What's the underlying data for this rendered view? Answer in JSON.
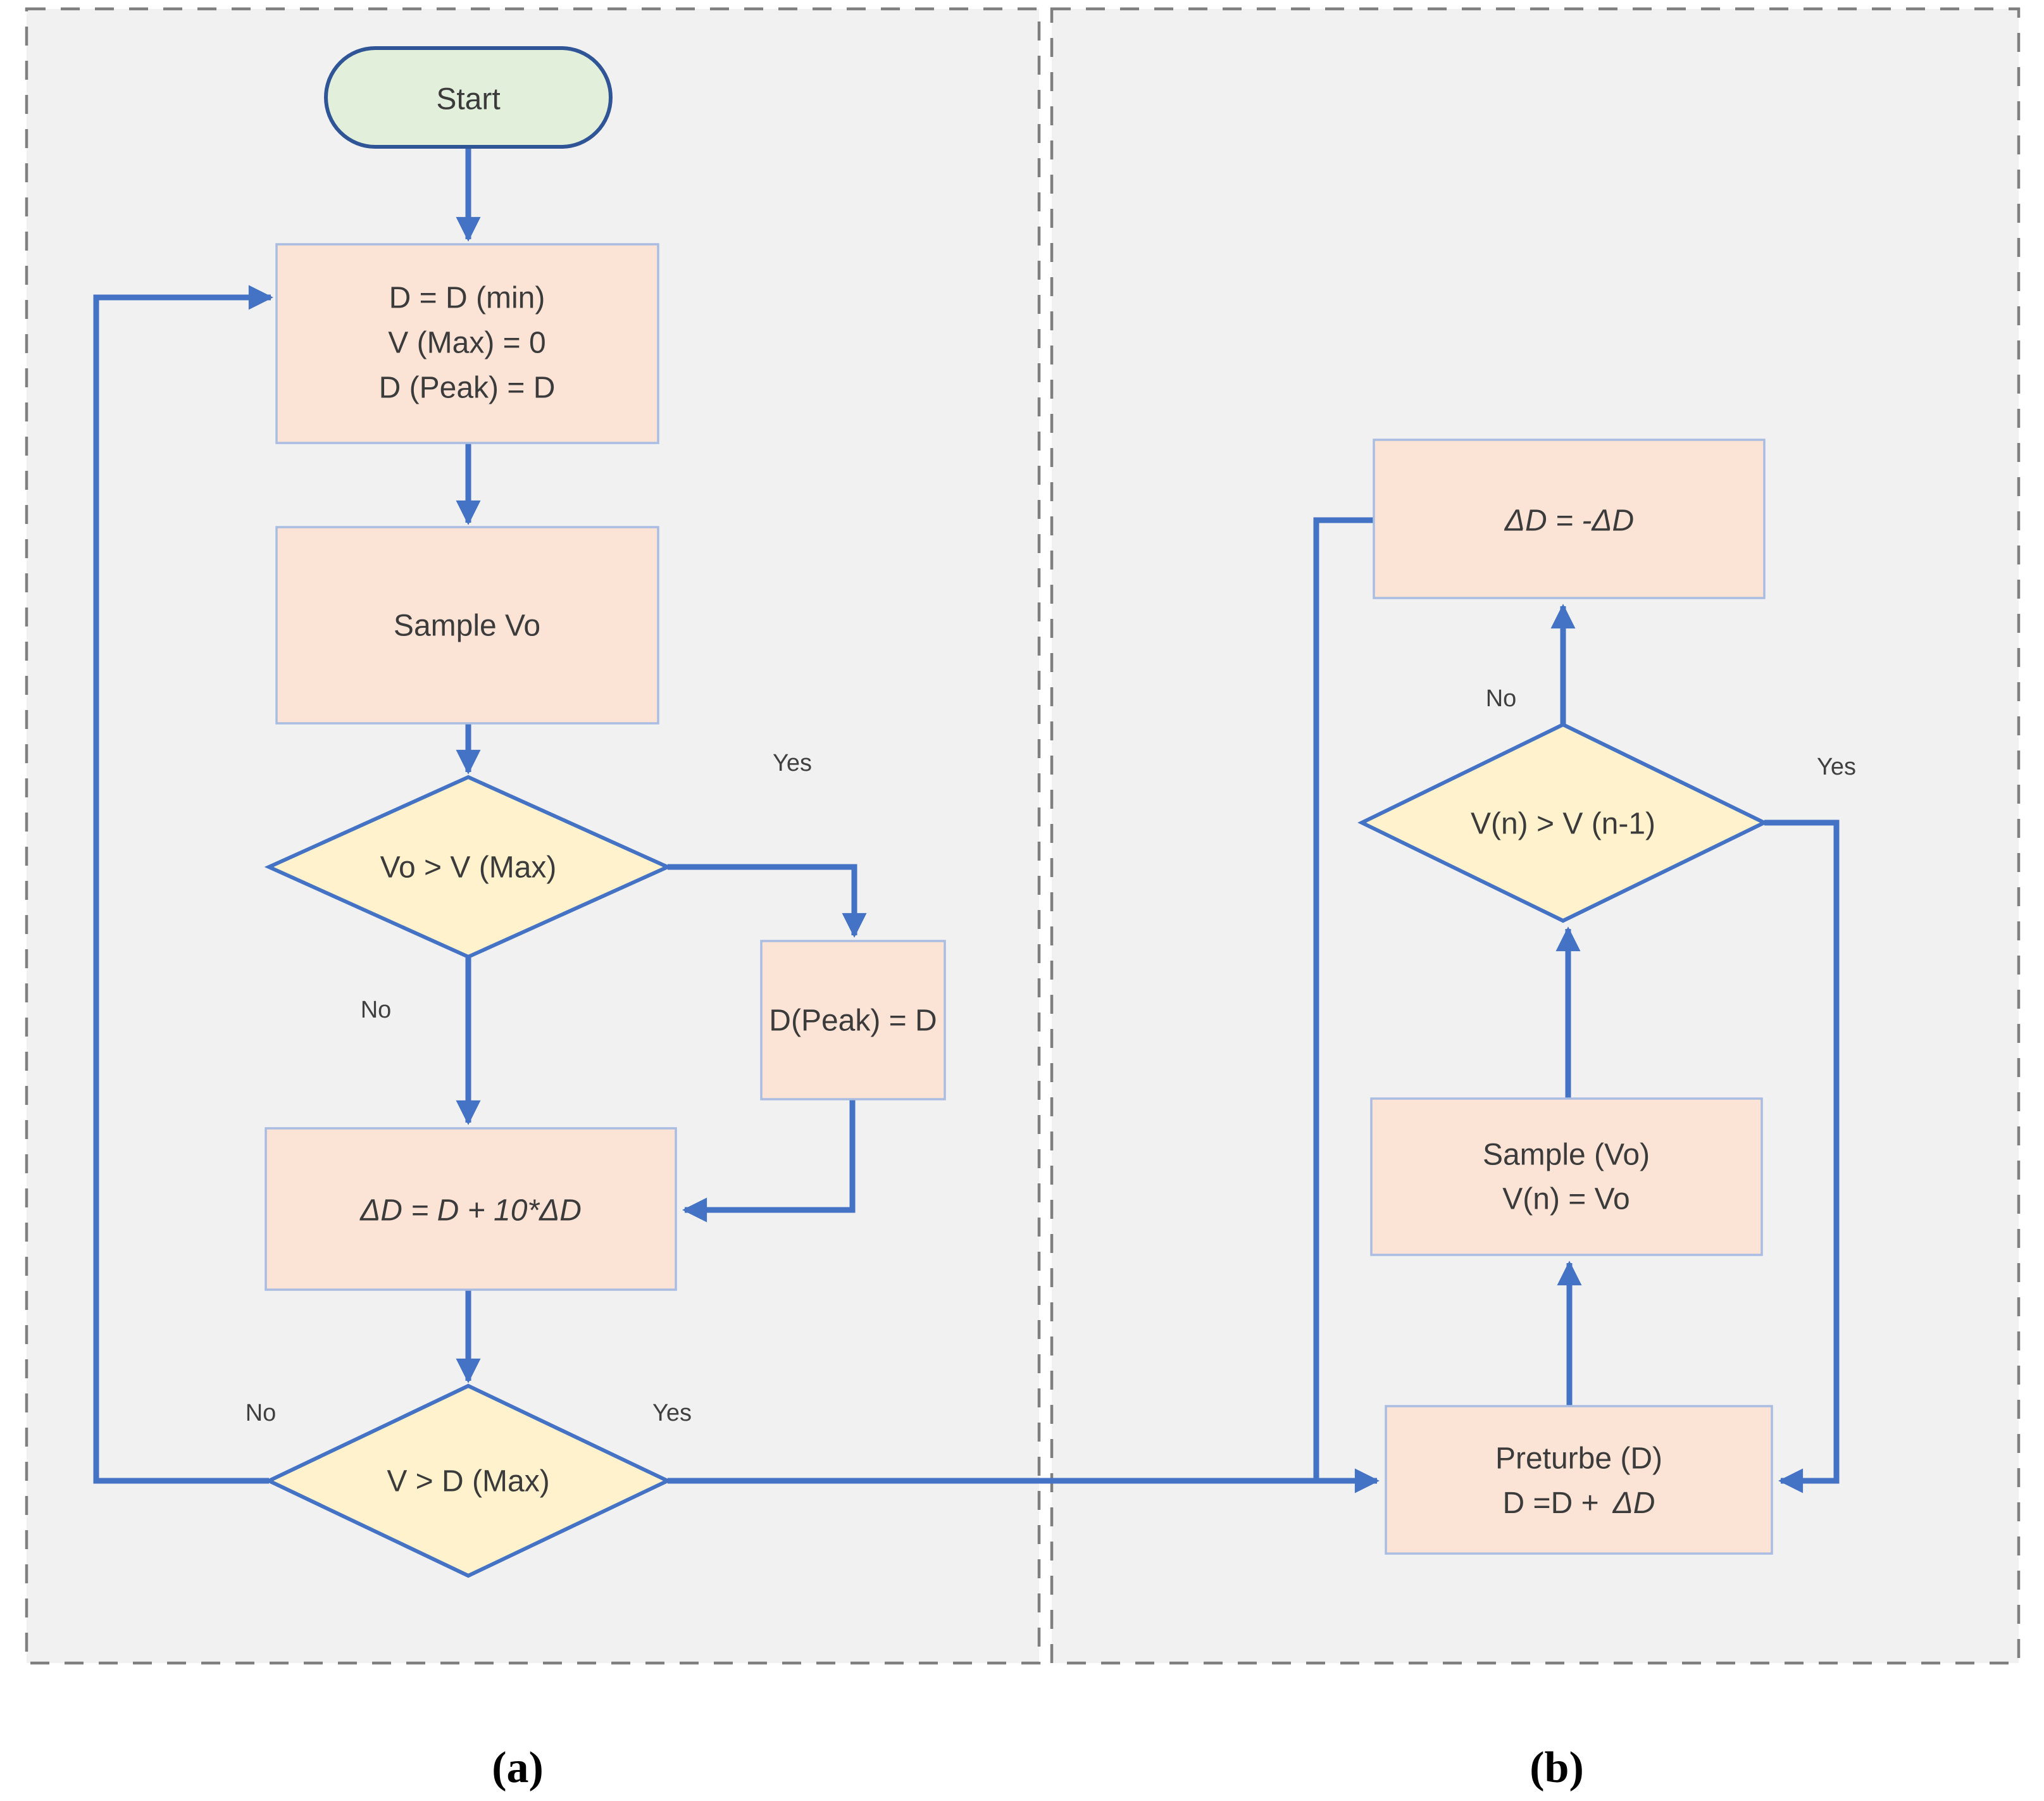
{
  "panels": {
    "a": {
      "caption": "(a)",
      "start_label": "Start",
      "init_box": {
        "line1": "D = D (min)",
        "line2": "V (Max) = 0",
        "line3": "D (Peak) = D"
      },
      "sample_box_label": "Sample Vo",
      "decision1_label": "Vo > V (Max)",
      "decision1_yes": "Yes",
      "decision1_no": "No",
      "dpeak_box_label": "D(Peak) = D",
      "delta_box_label": "ΔD = D + 10*ΔD",
      "decision2_label": "V > D (Max)",
      "decision2_yes": "Yes",
      "decision2_no": "No"
    },
    "b": {
      "caption": "(b)",
      "negate_box_label": "ΔD = -ΔD",
      "decision_label": "V(n) > V (n-1)",
      "decision_yes": "Yes",
      "decision_no": "No",
      "sample_box": {
        "line1": "Sample (Vo)",
        "line2": "V(n) = Vo"
      },
      "perturb_box": {
        "line1": "Preturbe (D)",
        "line2_prefix": "D =D +",
        "line2_delta": "ΔD"
      }
    }
  },
  "colors": {
    "arrow_blue": "#4472c4",
    "process_fill": "#fbe3d6",
    "process_border": "#a9bce2",
    "decision_fill": "#fff2cc",
    "decision_border": "#4472c4",
    "start_fill": "#e2efda",
    "start_border": "#2f5597",
    "panel_fill": "#f1f1f2",
    "panel_border_dashed": "#7f7f7f",
    "text": "#3b3b3b"
  }
}
